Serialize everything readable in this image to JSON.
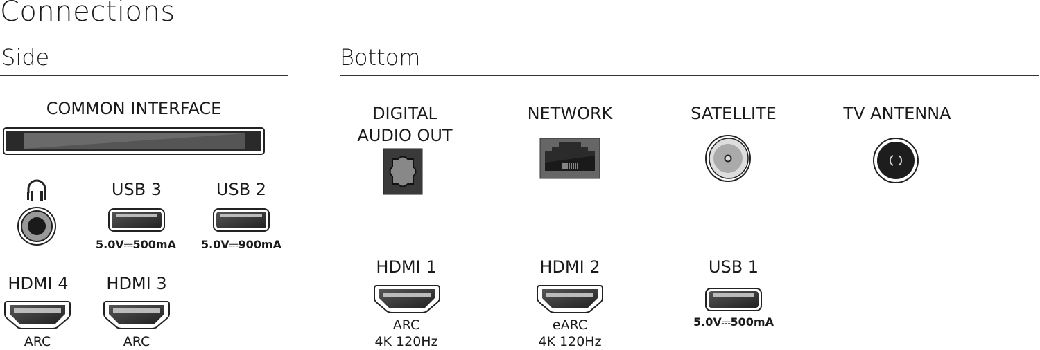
{
  "title": "Connections",
  "side": {
    "heading": "Side",
    "common_interface": "COMMON INTERFACE",
    "usb3": {
      "label": "USB 3",
      "spec": "5.0V⎓500mA"
    },
    "usb2": {
      "label": "USB 2",
      "spec": "5.0V⎓900mA"
    },
    "hdmi4": {
      "label": "HDMI 4",
      "sub": "ARC"
    },
    "hdmi3": {
      "label": "HDMI 3",
      "sub": "ARC"
    }
  },
  "bottom": {
    "heading": "Bottom",
    "digital_audio": {
      "line1": "DIGITAL",
      "line2": "AUDIO OUT"
    },
    "network": "NETWORK",
    "satellite": "SATELLITE",
    "antenna": "TV ANTENNA",
    "hdmi1": {
      "label": "HDMI 1",
      "sub1": "ARC",
      "sub2": "4K 120Hz"
    },
    "hdmi2": {
      "label": "HDMI 2",
      "sub1": "eARC",
      "sub2": "4K 120Hz"
    },
    "usb1": {
      "label": "USB 1",
      "spec": "5.0V⎓500mA"
    }
  }
}
